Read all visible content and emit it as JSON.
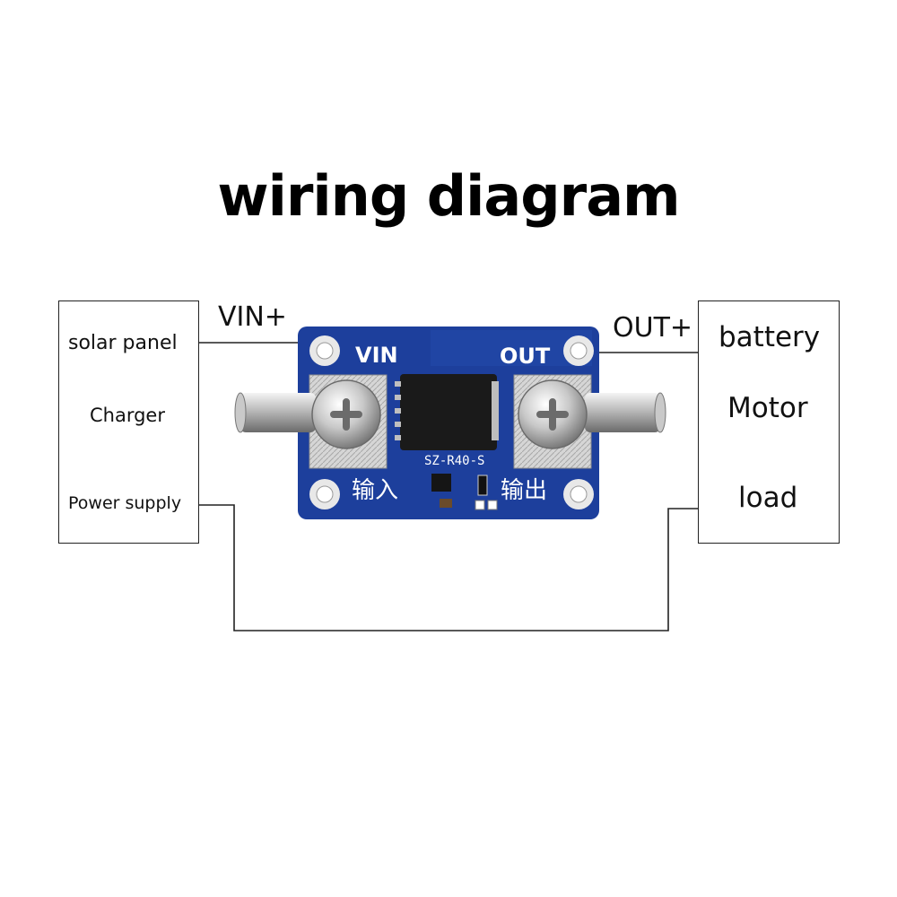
{
  "title": "wiring diagram",
  "left_box": {
    "items": [
      "solar panel",
      "Charger",
      "Power supply"
    ]
  },
  "right_box": {
    "items": [
      "battery",
      "Motor",
      "load"
    ]
  },
  "labels": {
    "vin_plus": "VIN+",
    "out_plus": "OUT+"
  },
  "board": {
    "vin_label": "VIN",
    "out_label": "OUT",
    "model": "SZ-R40-S",
    "input_cn": "输入",
    "output_cn": "输出",
    "pcb_color": "#1d3f9c"
  }
}
